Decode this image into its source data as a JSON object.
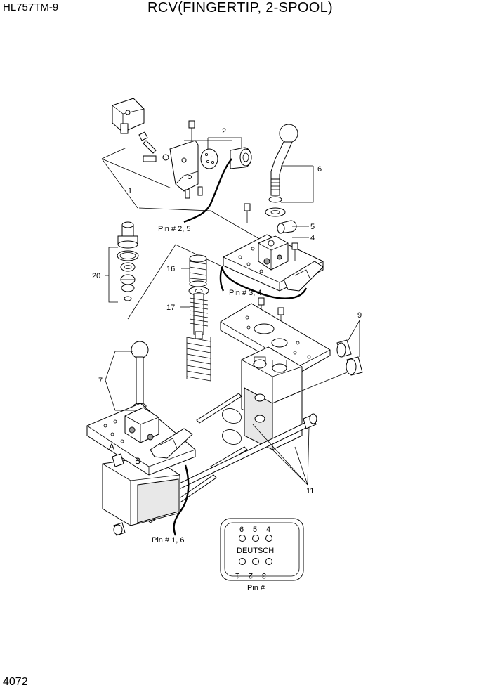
{
  "header": {
    "model": "HL757TM-9",
    "title": "RCV(FINGERTIP, 2-SPOOL)"
  },
  "footer": {
    "page_number": "4072"
  },
  "callouts": {
    "c1": "1",
    "c2": "2",
    "c4": "4",
    "c5": "5",
    "c6": "6",
    "c7": "7",
    "c9": "9",
    "c11": "11",
    "c16": "16",
    "c17": "17",
    "c20": "20"
  },
  "pin_labels": {
    "pin25": "Pin # 2, 5",
    "pin34": "Pin # 3, 4",
    "pin16": "Pin # 1, 6"
  },
  "spool_marks": {
    "a": "A",
    "b": "B"
  },
  "connector": {
    "top_pins": [
      "6",
      "5",
      "4"
    ],
    "name": "DEUTSCH",
    "bottom_pins": [
      "1",
      "2",
      "3"
    ],
    "caption": "Pin #"
  }
}
